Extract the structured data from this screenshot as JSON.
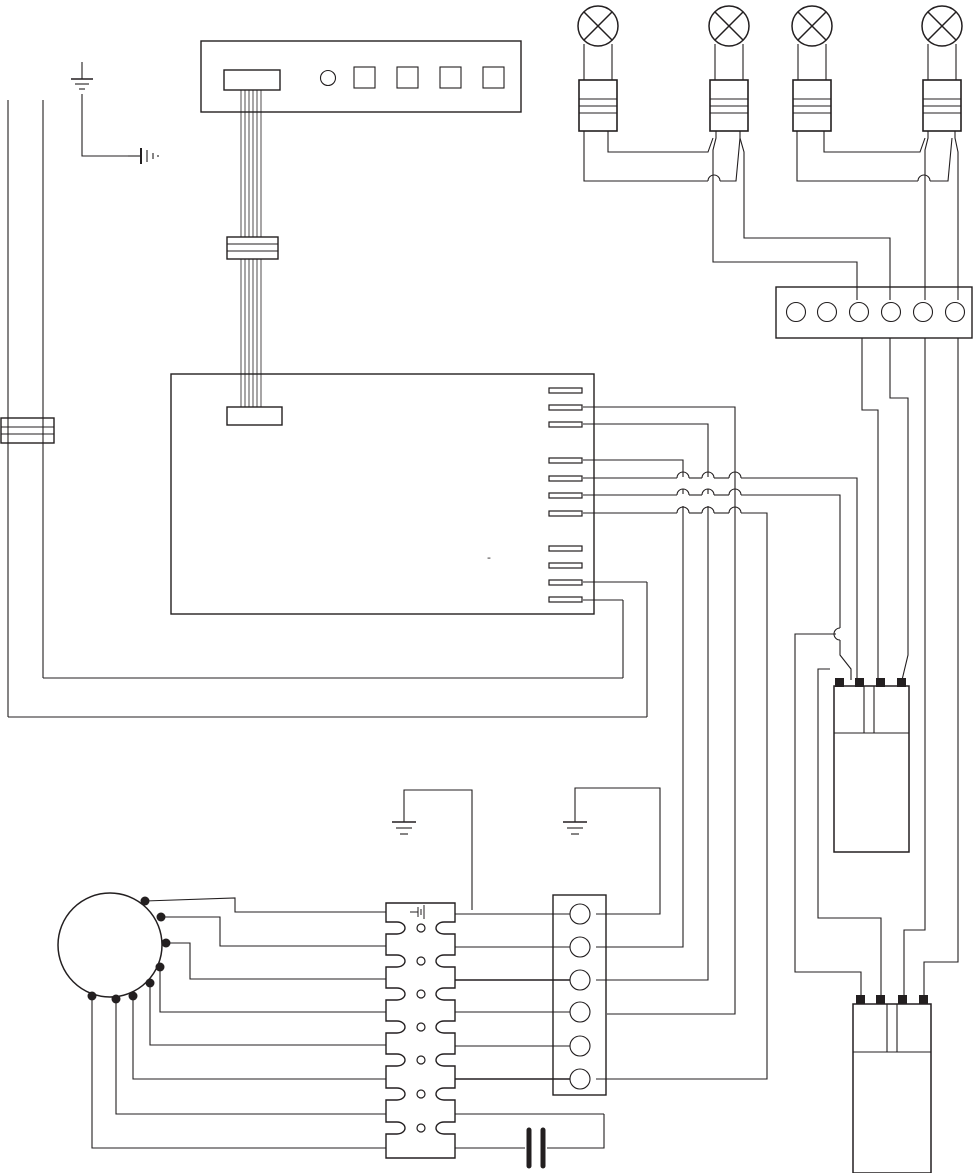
{
  "diagram": {
    "colors": {
      "line": "#231f20",
      "background": "#ffffff",
      "terminal_fill": "#231f20"
    },
    "labels": {
      "board_mark": "-"
    },
    "components": [
      {
        "name": "control-panel-board",
        "icon": "rectangle-with-buttons"
      },
      {
        "name": "ribbon-cable",
        "icon": "flat-cable"
      },
      {
        "name": "main-control-board",
        "icon": "rectangle"
      },
      {
        "name": "lamp",
        "count": 4,
        "icon": "circle-x-lamp"
      },
      {
        "name": "lamp-connector",
        "count": 4,
        "icon": "plug"
      },
      {
        "name": "six-way-terminal-block",
        "icon": "circles-row"
      },
      {
        "name": "motor",
        "icon": "circle-with-taps"
      },
      {
        "name": "motor-terminal-strip",
        "icon": "connector-strip"
      },
      {
        "name": "vertical-terminal-block",
        "icon": "circles-column"
      },
      {
        "name": "switch-unit",
        "count": 2,
        "icon": "box-with-terminals"
      },
      {
        "name": "capacitor",
        "icon": "double-bar"
      },
      {
        "name": "earth-ground",
        "count": 3,
        "icon": "ground-symbol"
      }
    ]
  }
}
